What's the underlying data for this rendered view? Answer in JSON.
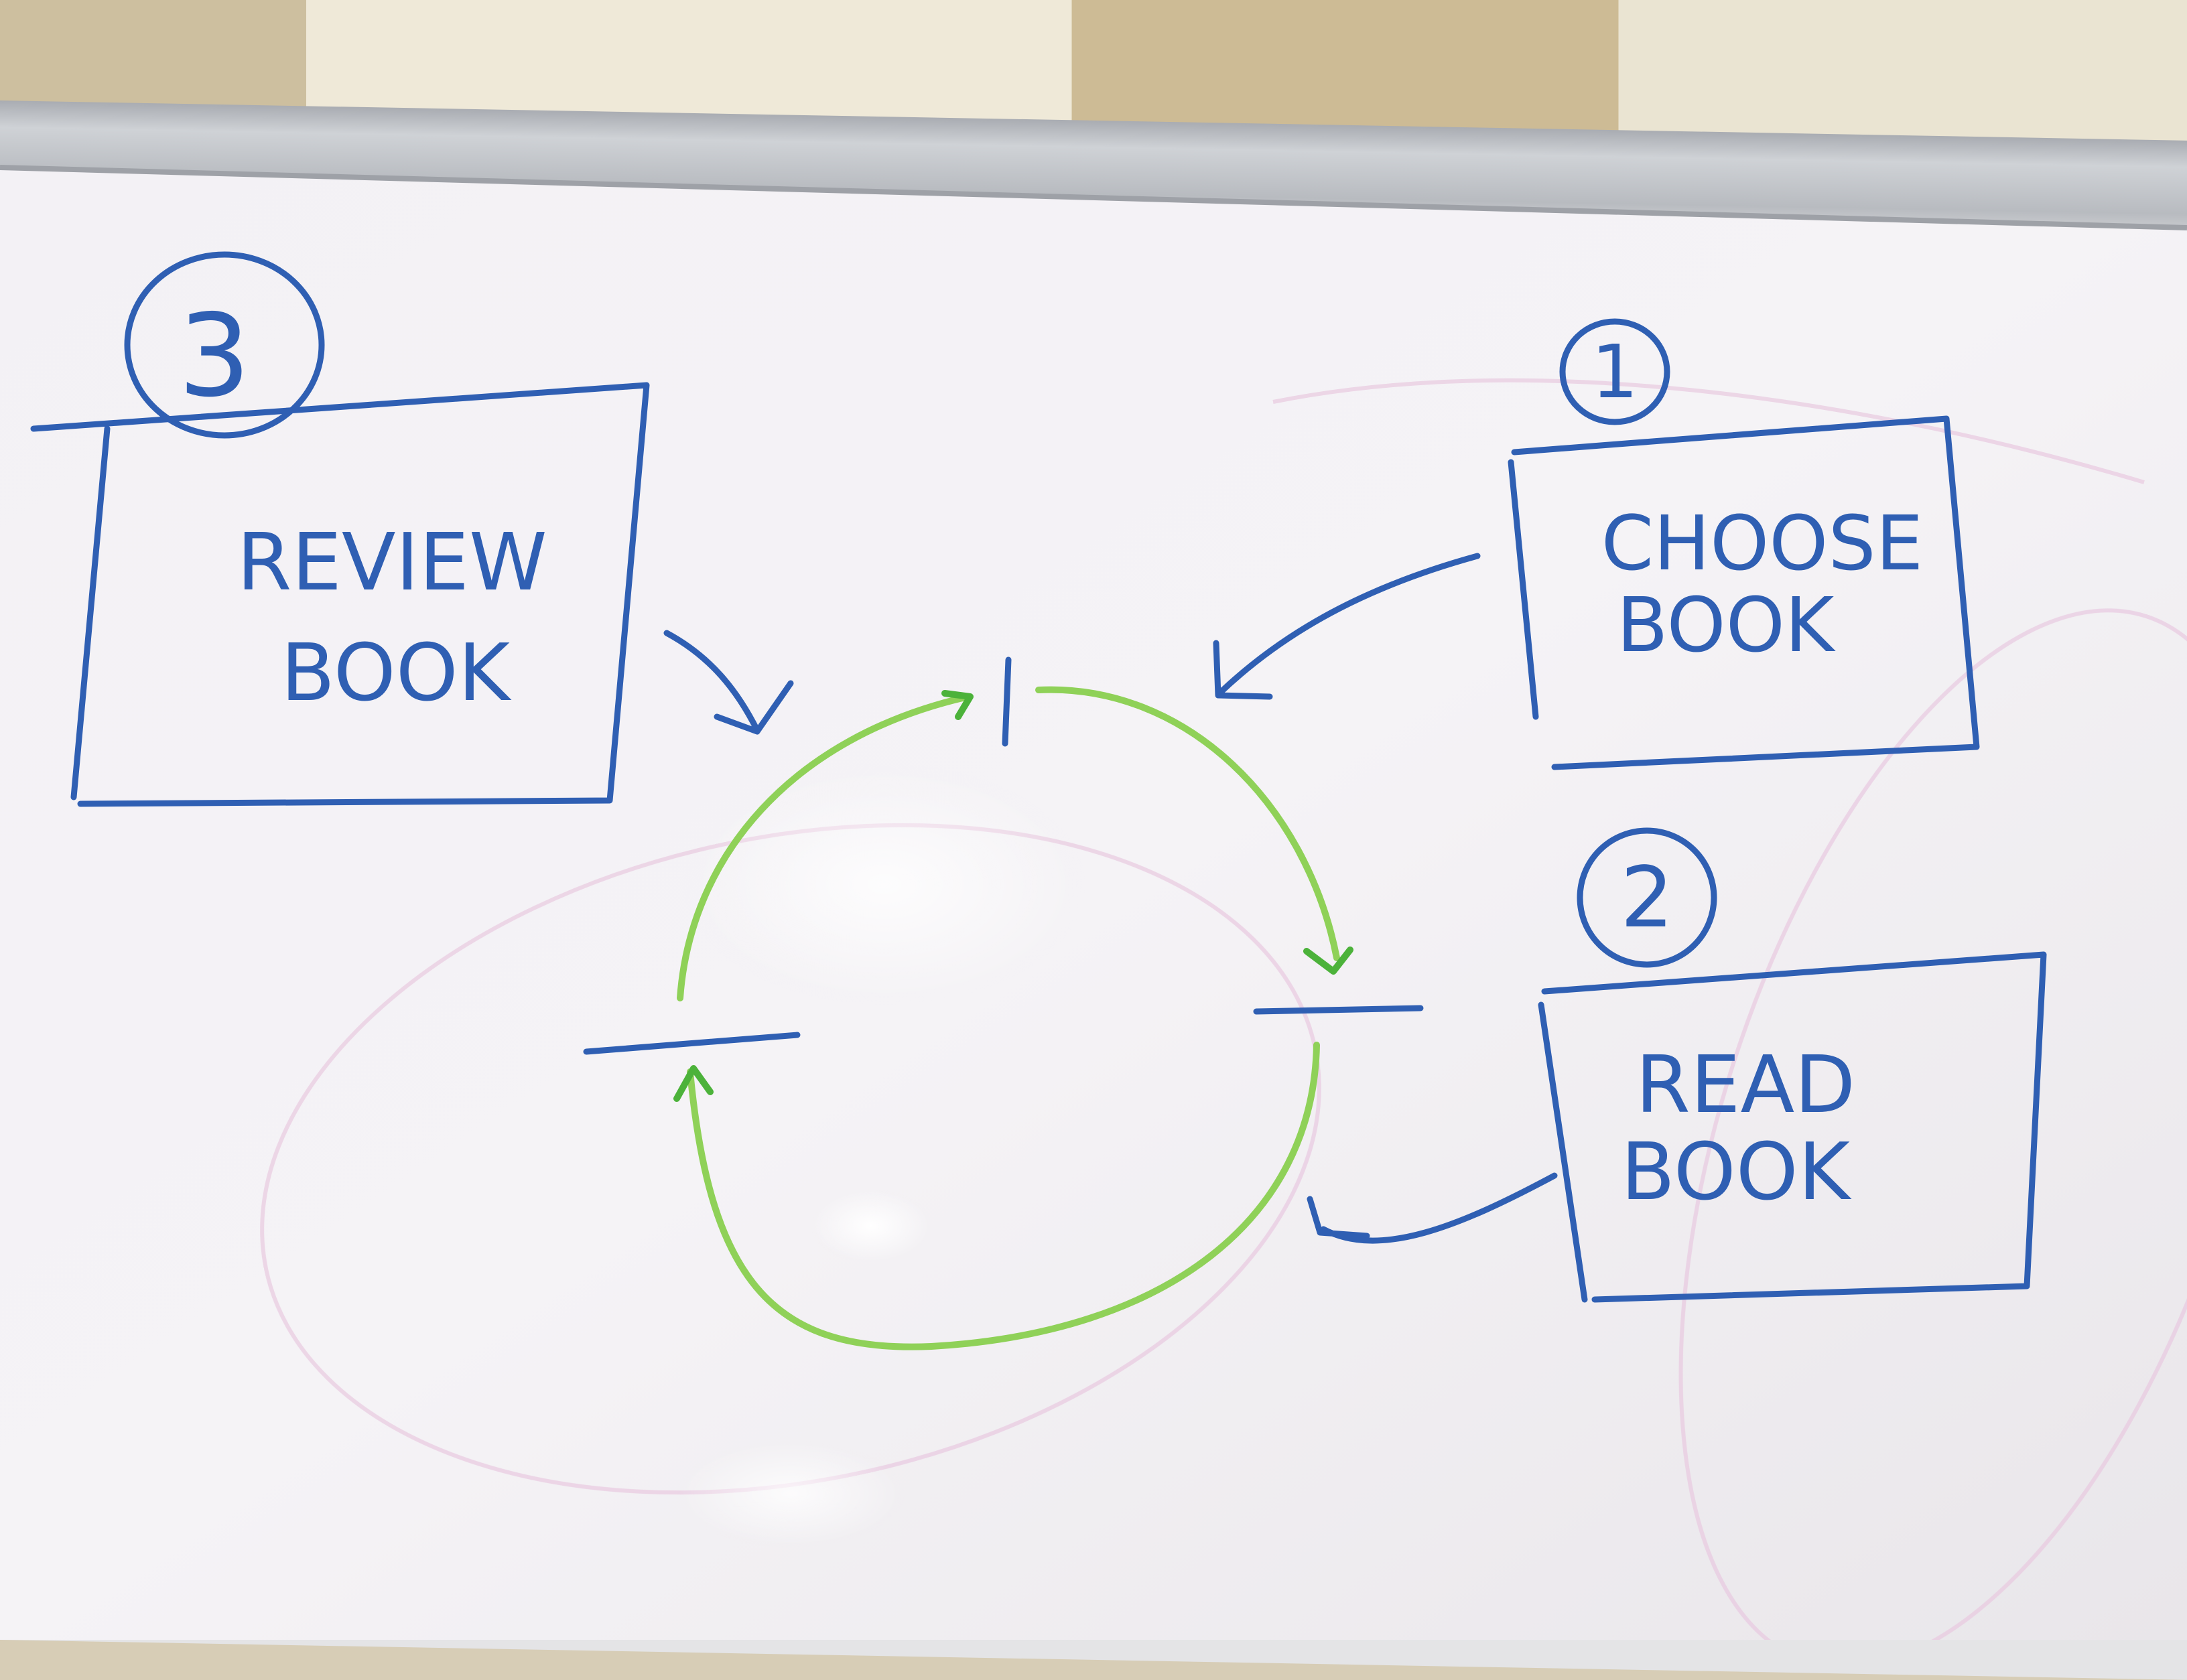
{
  "steps": [
    {
      "number": "1",
      "line1": "CHOOSE",
      "line2": "BOOK"
    },
    {
      "number": "2",
      "line1": "READ",
      "line2": "BOOK"
    },
    {
      "number": "3",
      "line1": "REVIEW",
      "line2": "BOOK"
    }
  ],
  "colors": {
    "marker_blue": "#2f5fb3",
    "cycle_green": "#8fd158",
    "arrowhead_green": "#4cb23a",
    "board": "#f2f0f4"
  }
}
